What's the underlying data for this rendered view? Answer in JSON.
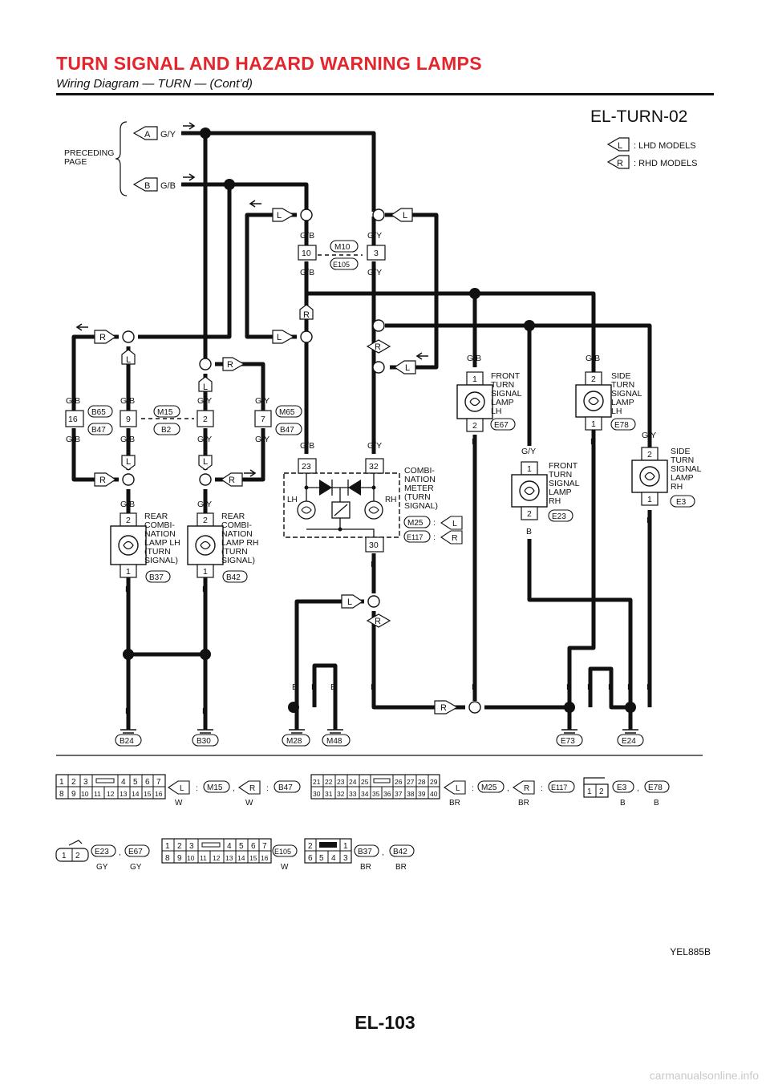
{
  "header": {
    "title": "TURN SIGNAL AND HAZARD WARNING LAMPS",
    "subtitle": "Wiring Diagram — TURN — (Cont’d)"
  },
  "diagram": {
    "id": "EL-TURN-02",
    "legend": [
      {
        "code": "L",
        "text": ": LHD MODELS"
      },
      {
        "code": "R",
        "text": ": RHD MODELS"
      }
    ],
    "preceding_line1": "PRECEDING",
    "preceding_line2": "PAGE",
    "colors": {
      "wire": "#111111",
      "accent": "#e5252b",
      "paper": "#ffffff"
    },
    "wire_colors": {
      "gb": "G/B",
      "gy": "G/Y",
      "b": "B"
    },
    "route_codes": {
      "a": "A",
      "b": "B",
      "l": "L",
      "r": "R"
    },
    "connectors": {
      "m10": "M10",
      "e105": "E105",
      "m15": "M15",
      "b2": "B2",
      "m65": "M65",
      "b47": "B47",
      "b65": "B65",
      "m25": "M25",
      "e117": "E117",
      "e67": "E67",
      "e23": "E23",
      "e78": "E78",
      "e3": "E3",
      "b37": "B37",
      "b42": "B42"
    },
    "pins": {
      "p1": "1",
      "p2": "2",
      "p3": "3",
      "p7": "7",
      "p9": "9",
      "p10": "10",
      "p16": "16",
      "p23": "23",
      "p30": "30",
      "p32": "32"
    },
    "meter_lh": "LH",
    "meter_rh": "RH",
    "labels": {
      "front_lh": [
        "FRONT",
        "TURN",
        "SIGNAL",
        "LAMP",
        "LH"
      ],
      "side_lh": [
        "SIDE",
        "TURN",
        "SIGNAL",
        "LAMP",
        "LH"
      ],
      "front_rh": [
        "FRONT",
        "TURN",
        "SIGNAL",
        "LAMP",
        "RH"
      ],
      "side_rh": [
        "SIDE",
        "TURN",
        "SIGNAL",
        "LAMP",
        "RH"
      ],
      "meter": [
        "COMBI-",
        "NATION",
        "METER",
        "(TURN",
        "SIGNAL)"
      ],
      "rear_lh": [
        "REAR",
        "COMBI-",
        "NATION",
        "LAMP LH",
        "(TURN",
        "SIGNAL)"
      ],
      "rear_rh": [
        "REAR",
        "COMBI-",
        "NATION",
        "LAMP RH",
        "(TURN",
        "SIGNAL)"
      ]
    },
    "grounds": [
      "B24",
      "B30",
      "M28",
      "M48",
      "E73",
      "E24"
    ]
  },
  "connector_table": {
    "row1": [
      "1",
      "2",
      "3",
      "4",
      "5",
      "6",
      "7"
    ],
    "row2": [
      "8",
      "9",
      "10",
      "11",
      "12",
      "13",
      "14",
      "15",
      "16"
    ],
    "m25_row1": [
      "21",
      "22",
      "23",
      "24",
      "25",
      "26",
      "27",
      "28",
      "29"
    ],
    "m25_row2": [
      "30",
      "31",
      "32",
      "33",
      "34",
      "35",
      "36",
      "37",
      "38",
      "39",
      "40"
    ],
    "pair": [
      "1",
      "2"
    ],
    "six_row1": [
      "2",
      "1"
    ],
    "six_row2": [
      "6",
      "5",
      "4",
      "3"
    ],
    "colors": {
      "w": "W",
      "br": "BR",
      "b": "B",
      "gy": "GY"
    },
    "sep_colon": ":",
    "sep_comma": ","
  },
  "footer": {
    "code": "YEL885B",
    "page": "EL-103",
    "watermark": "carmanualsonline.info"
  }
}
